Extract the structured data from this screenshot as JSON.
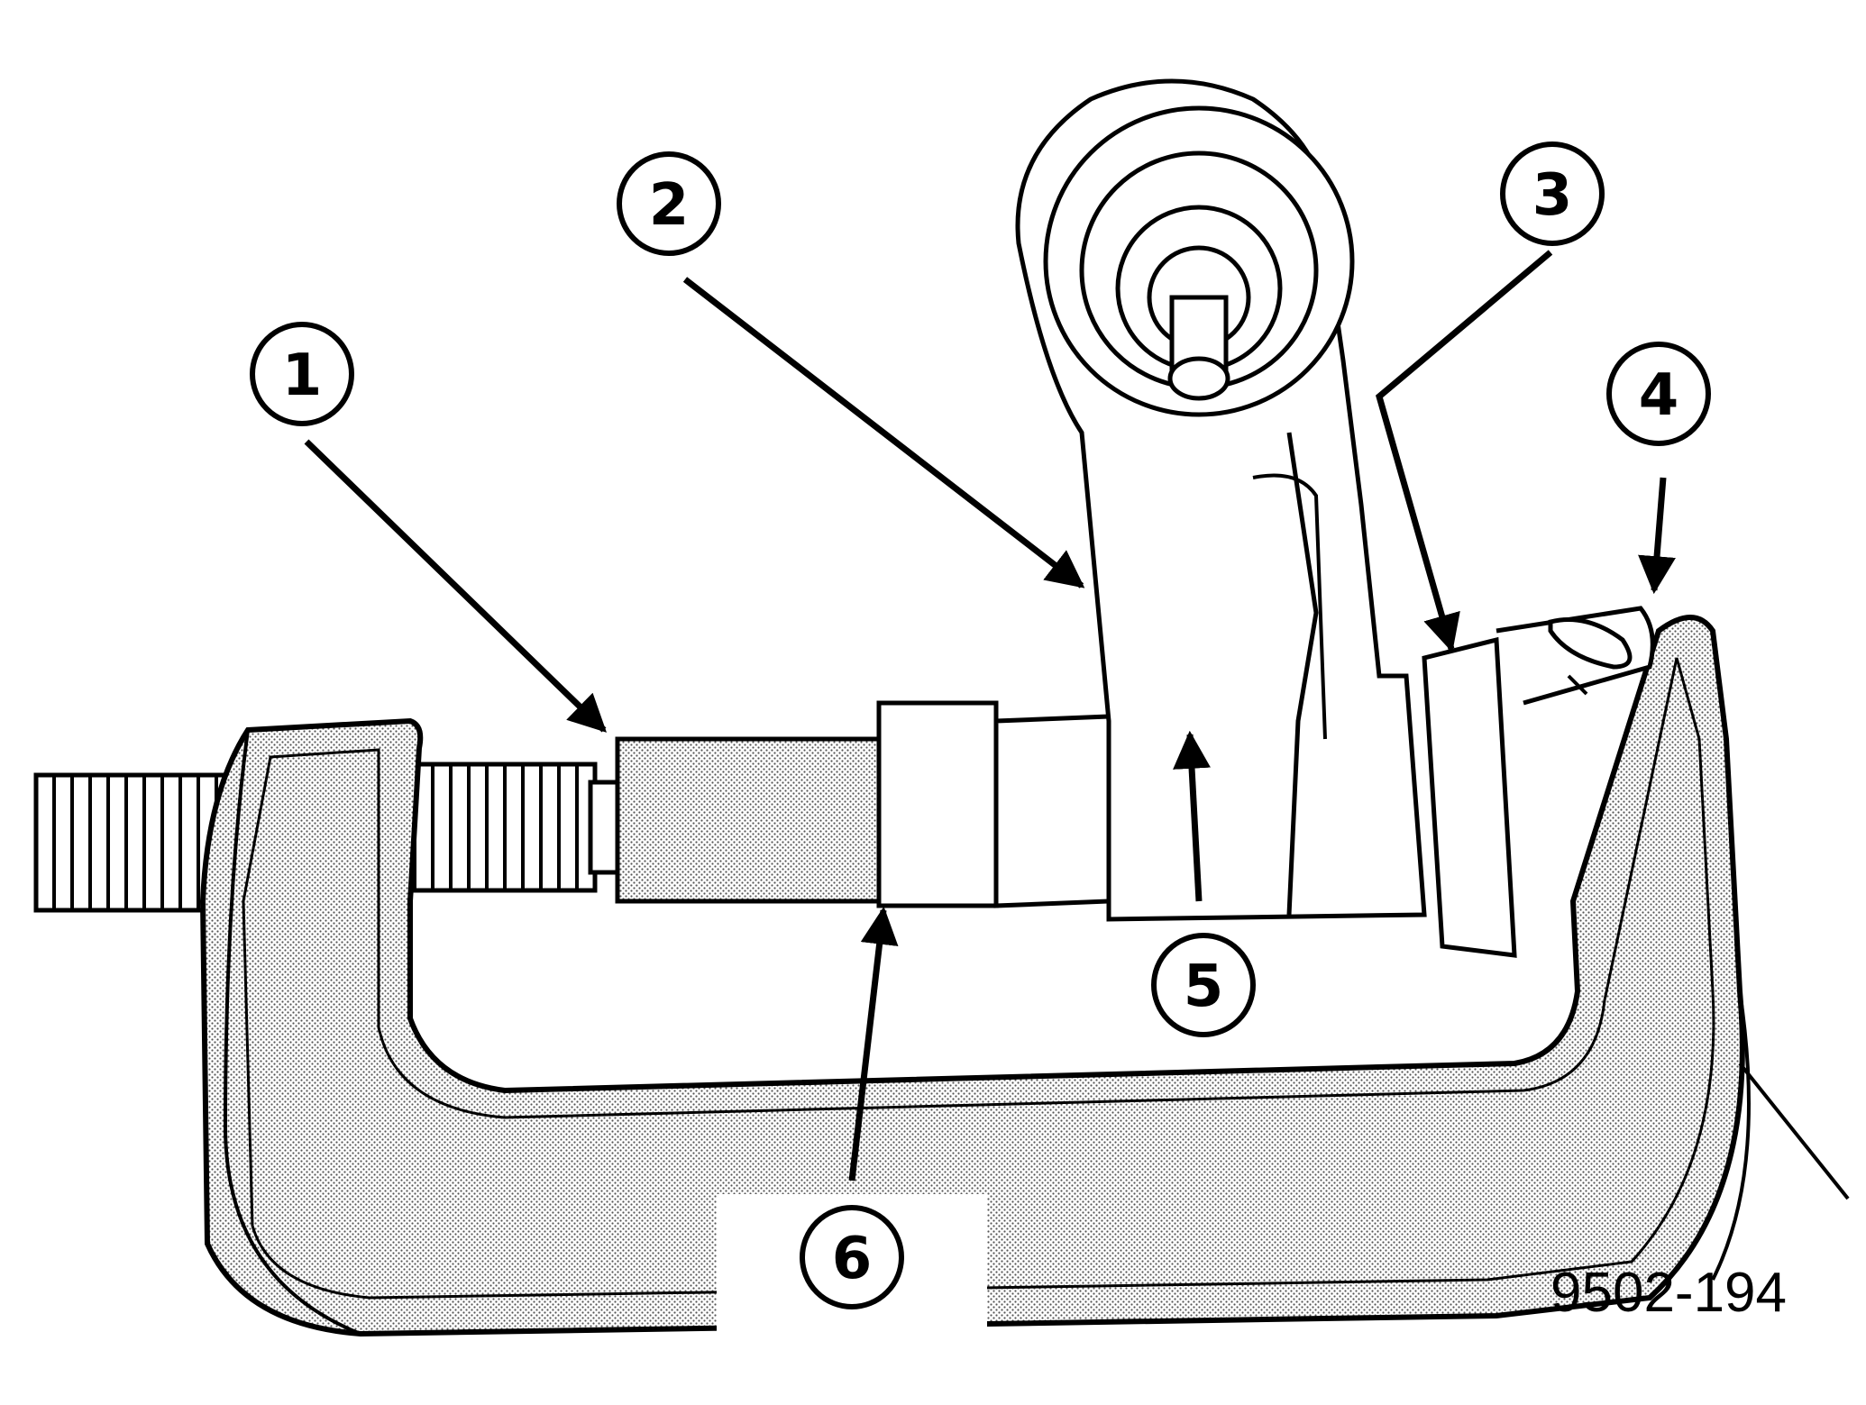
{
  "figure_id": "9502-194",
  "callouts": [
    {
      "id": "1",
      "label": "1"
    },
    {
      "id": "2",
      "label": "2"
    },
    {
      "id": "3",
      "label": "3"
    },
    {
      "id": "4",
      "label": "4"
    },
    {
      "id": "5",
      "label": "5"
    },
    {
      "id": "6",
      "label": "6"
    }
  ],
  "colors": {
    "line": "#000000",
    "paper": "#ffffff",
    "stipple": "#8a8a8a"
  }
}
